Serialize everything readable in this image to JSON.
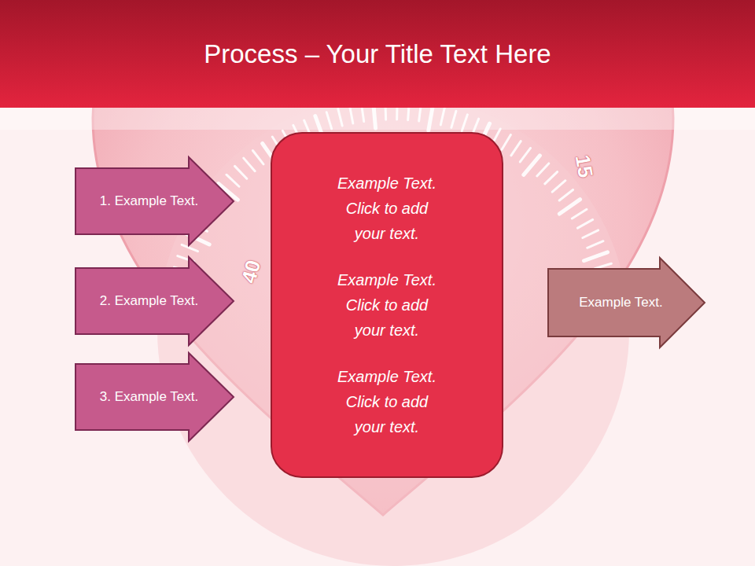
{
  "diagram": {
    "title": "Process – Your Title Text Here",
    "nodes": [
      {
        "text": [
          "1. Example Text."
        ]
      },
      {
        "text": [
          "2. Example Text."
        ]
      },
      {
        "text": [
          "3. Example Text."
        ]
      },
      {
        "text": [
          "Example Text. Click to add your text.",
          "Example Text. Click to add your text.",
          "Example Text. Click to add your text."
        ]
      },
      {
        "text": [
          "Example Text."
        ]
      }
    ],
    "labels": [
      "15",
      "40"
    ]
  }
}
